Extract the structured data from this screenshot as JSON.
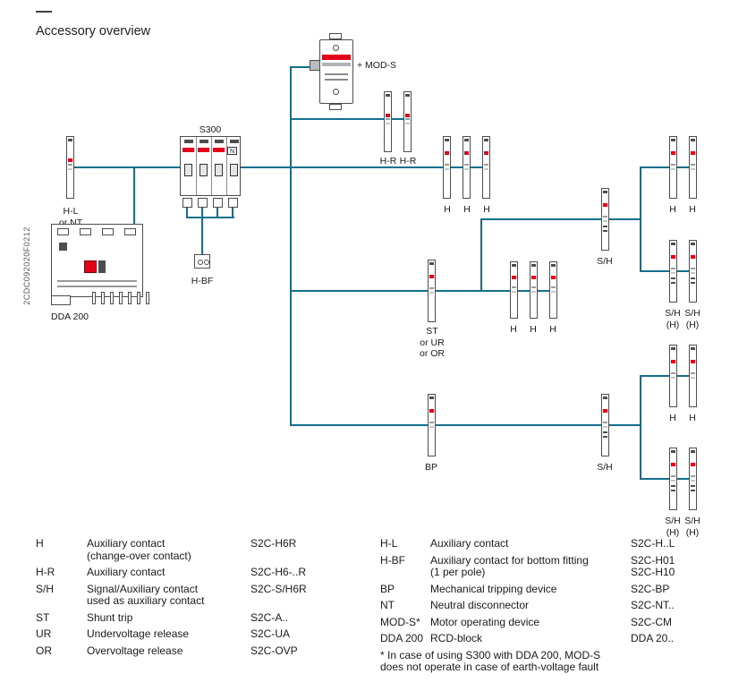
{
  "page": {
    "dash": "—",
    "title": "Accessory overview",
    "side_code": "2CDC092020F0212"
  },
  "colors": {
    "line": "#10708e",
    "red": "#e2001a"
  },
  "diagram": {
    "mod_s": "+ MOD-S",
    "s300": "S300",
    "s300_n": "N",
    "h_l": "H-L\nor NT",
    "dda": "DDA 200",
    "h_bf": "H-BF",
    "h_r": [
      "H-R",
      "H-R"
    ],
    "h_row1": [
      "H",
      "H",
      "H"
    ],
    "sh1": "S/H",
    "st": "ST\nor UR\nor OR",
    "h_row2": [
      "H",
      "H",
      "H"
    ],
    "bp": "BP",
    "sh2": "S/H",
    "cl1_h": [
      "H",
      "H"
    ],
    "cl1_sh": [
      "S/H\n(H)",
      "S/H\n(H)"
    ],
    "cl2_h": [
      "H",
      "H"
    ],
    "cl2_sh": [
      "S/H\n(H)",
      "S/H\n(H)"
    ]
  },
  "legend": {
    "left": [
      {
        "term": "H",
        "desc": "Auxiliary contact\n(change-over contact)",
        "code": "S2C-H6R"
      },
      {
        "term": "H-R",
        "desc": "Auxiliary contact",
        "code": "S2C-H6-..R"
      },
      {
        "term": "S/H",
        "desc": "Signal/Auxiliary contact\nused as auxiliary contact",
        "code": "S2C-S/H6R"
      },
      {
        "term": "ST",
        "desc": "Shunt trip",
        "code": "S2C-A.."
      },
      {
        "term": "UR",
        "desc": "Undervoltage release",
        "code": "S2C-UA"
      },
      {
        "term": "OR",
        "desc": "Overvoltage release",
        "code": "S2C-OVP"
      }
    ],
    "right": [
      {
        "term": "H-L",
        "desc": "Auxiliary contact",
        "code": "S2C-H..L"
      },
      {
        "term": "H-BF",
        "desc": "Auxiliary contact for bottom fitting\n(1 per pole)",
        "code": "S2C-H01\nS2C-H10"
      },
      {
        "term": "BP",
        "desc": "Mechanical tripping device",
        "code": "S2C-BP"
      },
      {
        "term": "NT",
        "desc": "Neutral disconnector",
        "code": "S2C-NT.."
      },
      {
        "term": "MOD-S*",
        "desc": "Motor operating device",
        "code": "S2C-CM"
      },
      {
        "term": "DDA 200",
        "desc": "RCD-block",
        "code": "DDA 20.."
      }
    ],
    "footnote": "* In case of using S300 with DDA 200, MOD-S\ndoes not operate in case of earth-voltage fault"
  }
}
